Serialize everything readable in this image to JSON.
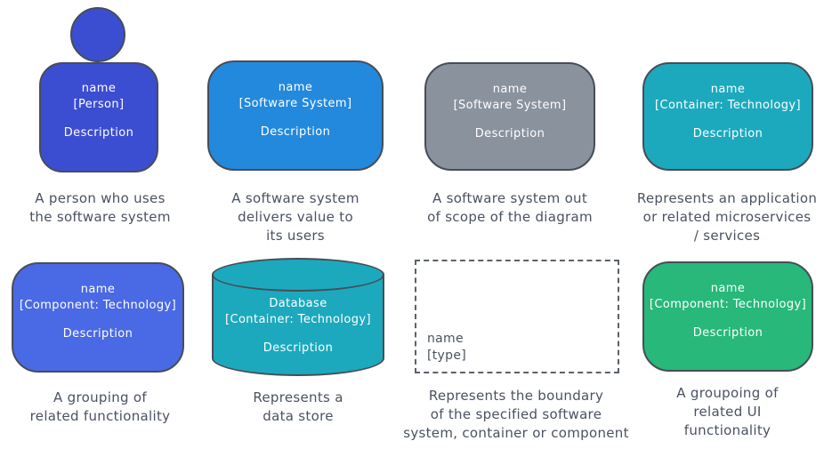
{
  "colors": {
    "person": "#3b4ed2",
    "software_system": "#2389dd",
    "external_system": "#8a929e",
    "container": "#1ca9bd",
    "component": "#4a69e4",
    "database": "#1ca9bd",
    "ui_component": "#27b87a",
    "shape_text": "#ffffff",
    "caption_text": "#4a5260",
    "boundary_border": "#5a616b"
  },
  "cells": [
    {
      "type": "person",
      "name": "name",
      "meta": "[Person]",
      "description": "Description",
      "caption": [
        "A person who uses",
        "the software system"
      ]
    },
    {
      "type": "software-system",
      "name": "name",
      "meta": "[Software System]",
      "description": "Description",
      "caption": [
        "A software system",
        "delivers value to",
        "its users"
      ]
    },
    {
      "type": "external-software-system",
      "name": "name",
      "meta": "[Software System]",
      "description": "Description",
      "caption": [
        "A software system out",
        "of scope of the diagram"
      ]
    },
    {
      "type": "container",
      "name": "name",
      "meta": "[Container: Technology]",
      "description": "Description",
      "caption": [
        "Represents an application",
        "or related microservices",
        "/ services"
      ]
    },
    {
      "type": "component",
      "name": "name",
      "meta": "[Component: Technology]",
      "description": "Description",
      "caption": [
        "A grouping of",
        "related functionality"
      ]
    },
    {
      "type": "database",
      "name": "Database",
      "meta": "[Container: Technology]",
      "description": "Description",
      "caption": [
        "Represents a",
        "data store"
      ]
    },
    {
      "type": "boundary",
      "name": "name",
      "meta": "[type]",
      "caption": [
        "Represents the boundary",
        "of the specified software",
        "system, container or component"
      ]
    },
    {
      "type": "ui-component",
      "name": "name",
      "meta": "[Component: Technology]",
      "description": "Description",
      "caption": [
        "A groupoing of",
        "related UI",
        "functionality"
      ]
    }
  ]
}
